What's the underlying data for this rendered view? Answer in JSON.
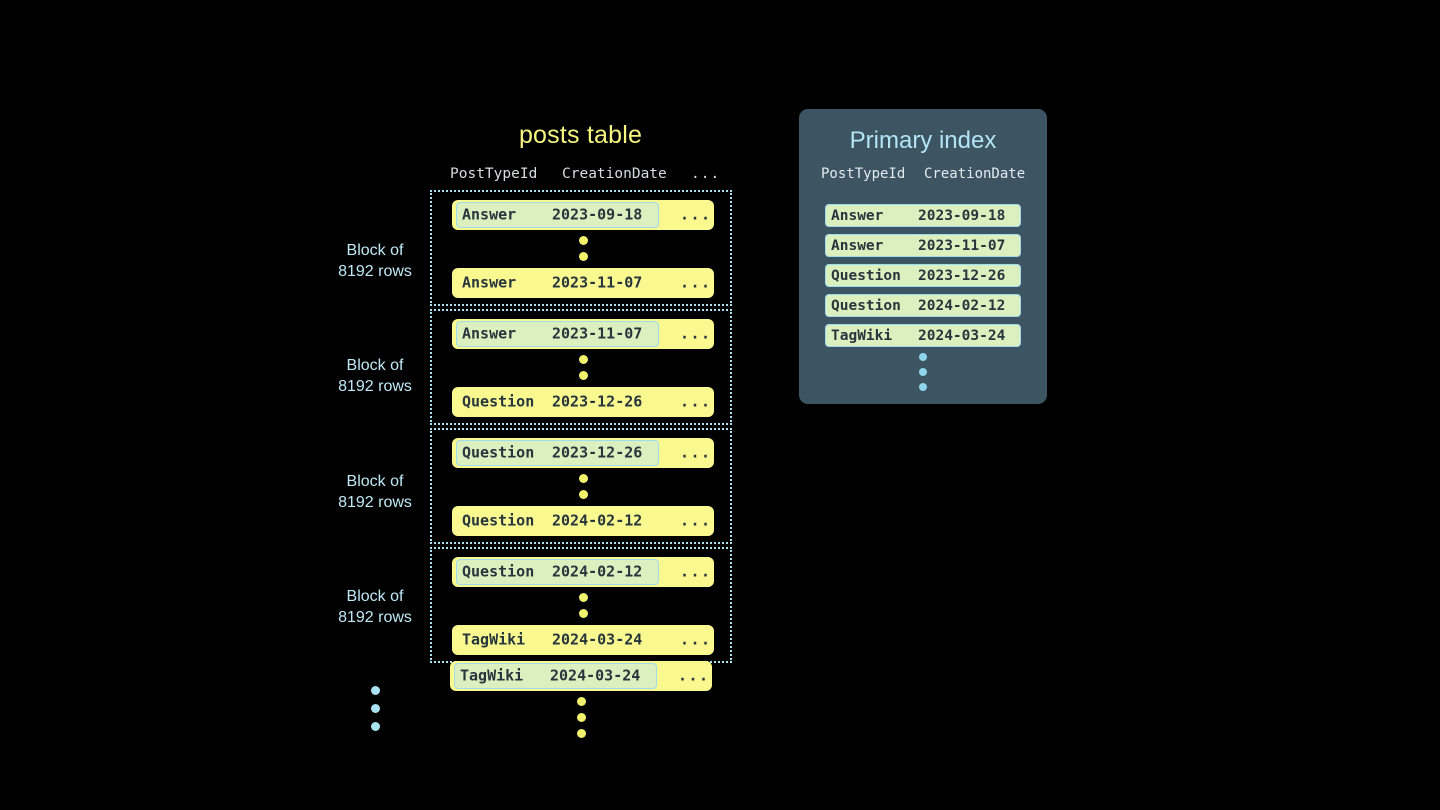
{
  "colors": {
    "background": "#000000",
    "row_yellow": "#f9f98f",
    "highlight_green": "#dcefbf",
    "accent_blue": "#a9e3f2",
    "panel_slate": "#3d5563",
    "title_yellow": "#f6f67f",
    "title_blue": "#b3e4f5",
    "mono_text": "#27353d"
  },
  "posts_table": {
    "title": "posts table",
    "columns": [
      "PostTypeId",
      "CreationDate",
      "..."
    ],
    "ellipsis_cell": "...",
    "blocks": [
      {
        "label_line1": "Block of",
        "label_line2": "8192 rows",
        "first_row": {
          "post_type_id": "Answer",
          "creation_date": "2023-09-18",
          "more": "...",
          "highlighted": true
        },
        "last_row": {
          "post_type_id": "Answer",
          "creation_date": "2023-11-07",
          "more": "...",
          "highlighted": false
        }
      },
      {
        "label_line1": "Block of",
        "label_line2": "8192 rows",
        "first_row": {
          "post_type_id": "Answer",
          "creation_date": "2023-11-07",
          "more": "...",
          "highlighted": true
        },
        "last_row": {
          "post_type_id": "Question",
          "creation_date": "2023-12-26",
          "more": "...",
          "highlighted": false
        }
      },
      {
        "label_line1": "Block of",
        "label_line2": "8192 rows",
        "first_row": {
          "post_type_id": "Question",
          "creation_date": "2023-12-26",
          "more": "...",
          "highlighted": true
        },
        "last_row": {
          "post_type_id": "Question",
          "creation_date": "2024-02-12",
          "more": "...",
          "highlighted": false
        }
      },
      {
        "label_line1": "Block of",
        "label_line2": "8192 rows",
        "first_row": {
          "post_type_id": "Question",
          "creation_date": "2024-02-12",
          "more": "...",
          "highlighted": true
        },
        "last_row": {
          "post_type_id": "TagWiki",
          "creation_date": "2024-03-24",
          "more": "...",
          "highlighted": false
        }
      }
    ],
    "tail_row": {
      "post_type_id": "TagWiki",
      "creation_date": "2024-03-24",
      "more": "...",
      "highlighted": true
    }
  },
  "primary_index": {
    "title": "Primary index",
    "columns": [
      "PostTypeId",
      "CreationDate"
    ],
    "rows": [
      {
        "post_type_id": "Answer",
        "creation_date": "2023-09-18"
      },
      {
        "post_type_id": "Answer",
        "creation_date": "2023-11-07"
      },
      {
        "post_type_id": "Question",
        "creation_date": "2023-12-26"
      },
      {
        "post_type_id": "Question",
        "creation_date": "2024-02-12"
      },
      {
        "post_type_id": "TagWiki",
        "creation_date": "2024-03-24"
      }
    ]
  }
}
